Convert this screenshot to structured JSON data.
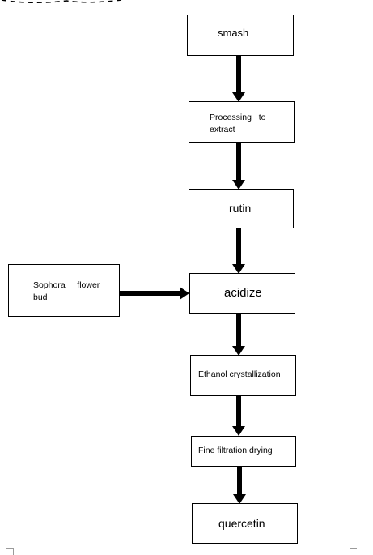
{
  "steps": {
    "smash": "smash",
    "processing_line1": "Processing   to",
    "processing_line2": "extract",
    "rutin": "rutin",
    "acidize": "acidize",
    "ethanol": "Ethanol crystallization",
    "filtration": "Fine filtration drying",
    "quercetin": "quercetin"
  },
  "source": {
    "line1": "Sophora     flower",
    "line2": "bud"
  },
  "colors": {
    "stroke": "#000000",
    "background": "#ffffff"
  }
}
